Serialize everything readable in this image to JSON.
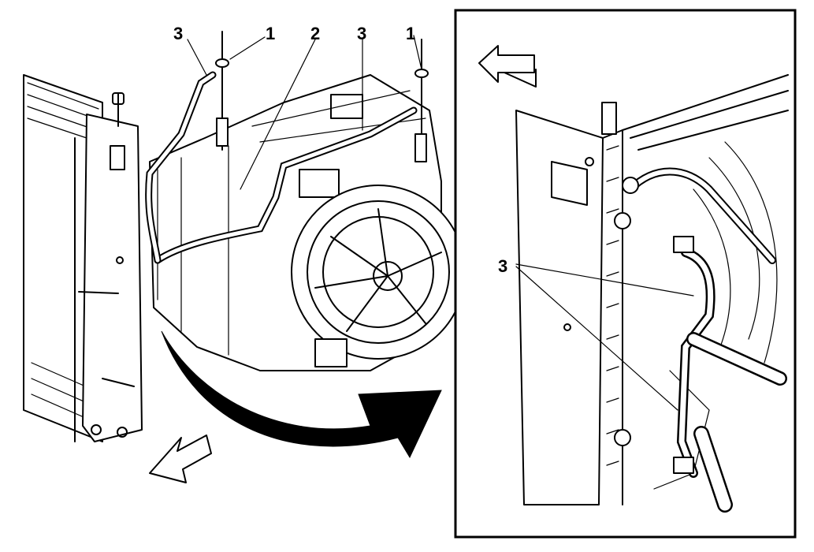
{
  "callouts": {
    "left_3a": "3",
    "left_1a": "1",
    "left_2": "2",
    "left_3b": "3",
    "left_1b": "1",
    "right_3": "3"
  }
}
